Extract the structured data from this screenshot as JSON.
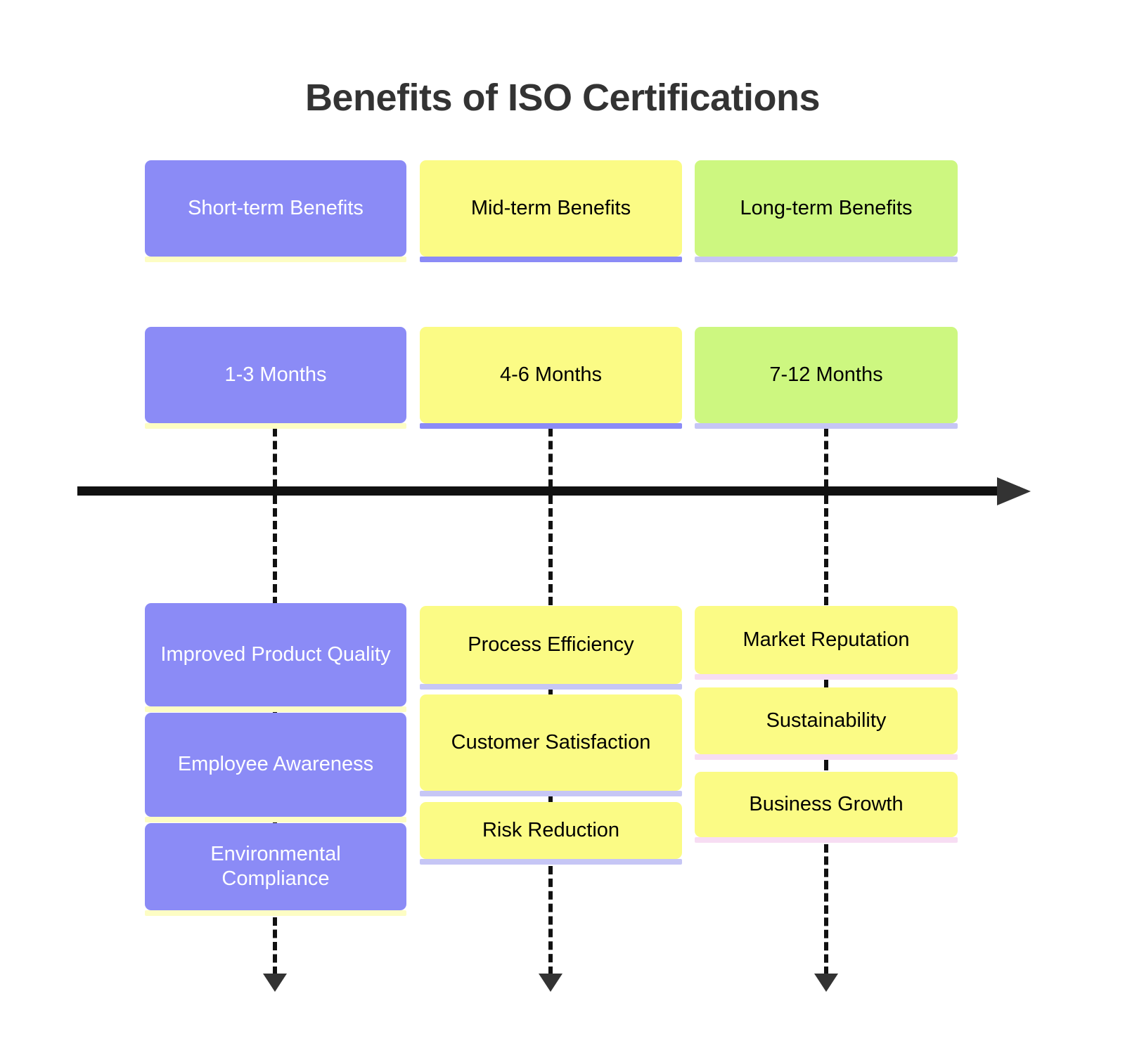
{
  "title": "Benefits of ISO Certifications",
  "palette": {
    "purple": "#8b8bf6",
    "yellow": "#fbfb85",
    "green": "#cdf780",
    "accent_pale_yellow": "#fdfdc4",
    "accent_lavender": "#c6c6f5",
    "accent_pale_pink": "#f7ddf3",
    "axis": "#111111",
    "arrow": "#333333",
    "title_color": "#333333"
  },
  "chart_data": {
    "type": "table",
    "title": "Benefits of ISO Certifications",
    "columns": [
      "Short-term Benefits",
      "Mid-term Benefits",
      "Long-term Benefits"
    ],
    "timeframes": [
      "1-3 Months",
      "4-6 Months",
      "7-12 Months"
    ],
    "rows": [
      [
        "Improved Product Quality",
        "Process Efficiency",
        "Market Reputation"
      ],
      [
        "Employee Awareness",
        "Customer Satisfaction",
        "Sustainability"
      ],
      [
        "Environmental Compliance",
        "Risk Reduction",
        "Business Growth"
      ]
    ]
  },
  "columns": [
    {
      "header": "Short-term Benefits",
      "timeframe": "1-3 Months",
      "items": [
        "Improved Product Quality",
        "Employee Awareness",
        "Environmental Compliance"
      ]
    },
    {
      "header": "Mid-term Benefits",
      "timeframe": "4-6 Months",
      "items": [
        "Process Efficiency",
        "Customer Satisfaction",
        "Risk Reduction"
      ]
    },
    {
      "header": "Long-term Benefits",
      "timeframe": "7-12 Months",
      "items": [
        "Market Reputation",
        "Sustainability",
        "Business Growth"
      ]
    }
  ]
}
